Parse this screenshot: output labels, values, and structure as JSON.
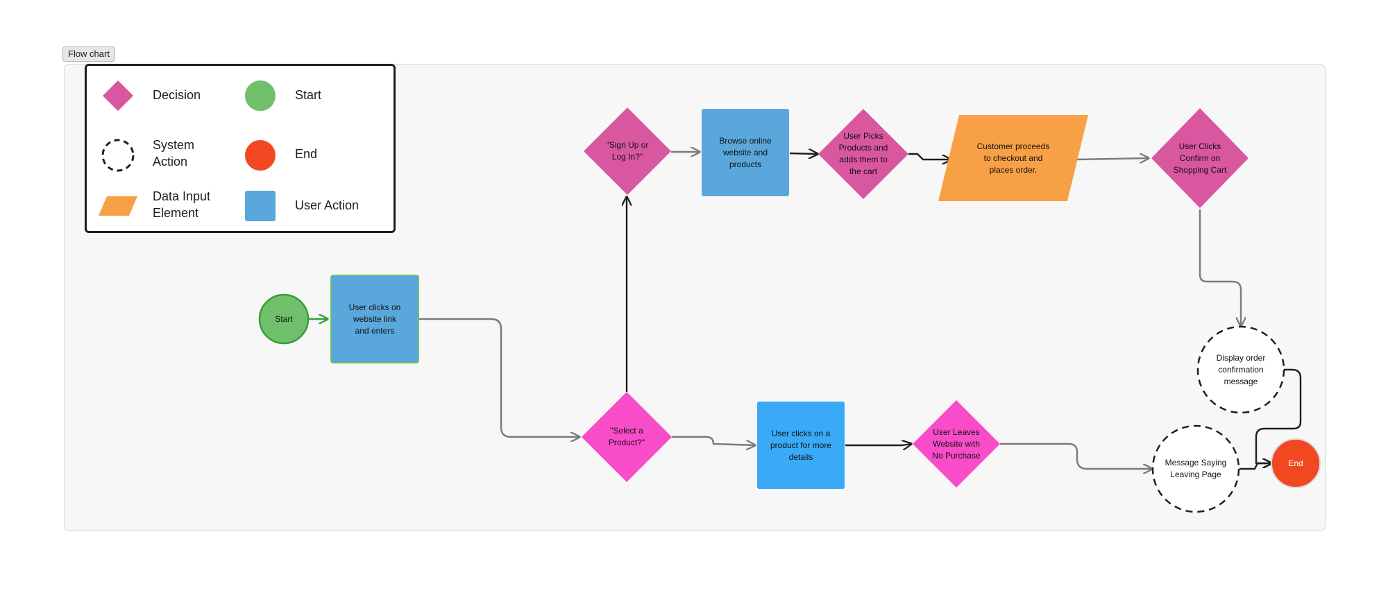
{
  "frame": {
    "label": "Flow chart"
  },
  "legend": {
    "items": [
      {
        "shape": "diamond",
        "label": "Decision",
        "color": "#d9579f"
      },
      {
        "shape": "circle",
        "label": "Start",
        "color": "#6fbf6b"
      },
      {
        "shape": "dashed-circle",
        "label": "System\nAction",
        "color": "#1e1e1e"
      },
      {
        "shape": "circle",
        "label": "End",
        "color": "#f24822"
      },
      {
        "shape": "parallelogram",
        "label": "Data Input\nElement",
        "color": "#f7a046"
      },
      {
        "shape": "rect",
        "label": "User Action",
        "color": "#5aa7db"
      }
    ]
  },
  "nodes": {
    "start": {
      "type": "start",
      "label": "Start",
      "color": "#6fbf6b"
    },
    "user_clicks_link": {
      "type": "user-action",
      "label": "User clicks on\nwebsite link\nand enters",
      "color": "#5aa7db"
    },
    "sign_up": {
      "type": "decision",
      "label": "\"Sign Up or\nLog In?\"",
      "color": "#d9579f"
    },
    "browse": {
      "type": "user-action",
      "label": "Browse online\nwebsite and\nproducts",
      "color": "#5aa7db"
    },
    "picks_products": {
      "type": "decision",
      "label": "User Picks\nProducts and\nadds them to\nthe cart",
      "color": "#d9579f"
    },
    "checkout": {
      "type": "data-input",
      "label": "Customer proceeds\nto checkout and\nplaces order.",
      "color": "#f7a046"
    },
    "confirm_cart": {
      "type": "decision",
      "label": "User Clicks\nConfirm on\nShopping Cart",
      "color": "#d9579f"
    },
    "select_product": {
      "type": "decision",
      "label": "\"Select a\nProduct?\"",
      "color": "#f84cc8"
    },
    "product_details": {
      "type": "user-action",
      "label": "User clicks on a\nproduct for more\ndetails",
      "color": "#3aaaf7"
    },
    "leaves": {
      "type": "decision",
      "label": "User Leaves\nWebsite with\nNo Purchase",
      "color": "#f84cc8"
    },
    "order_confirmation": {
      "type": "system-action",
      "label": "Display order\nconfirmation\nmessage"
    },
    "leaving_message": {
      "type": "system-action",
      "label": "Message Saying\nLeaving Page"
    },
    "end": {
      "type": "end",
      "label": "End",
      "color": "#f24822"
    }
  },
  "edges": [
    {
      "from": "start",
      "to": "user_clicks_link",
      "color": "#3a9b3a"
    },
    {
      "from": "user_clicks_link",
      "to": "select_product",
      "color": "#7a7a7a"
    },
    {
      "from": "select_product",
      "to": "sign_up",
      "color": "#1e1e1e"
    },
    {
      "from": "sign_up",
      "to": "browse",
      "color": "#7a7a7a"
    },
    {
      "from": "browse",
      "to": "picks_products",
      "color": "#1e1e1e"
    },
    {
      "from": "picks_products",
      "to": "checkout",
      "color": "#1e1e1e"
    },
    {
      "from": "checkout",
      "to": "confirm_cart",
      "color": "#7a7a7a"
    },
    {
      "from": "confirm_cart",
      "to": "order_confirmation",
      "color": "#7a7a7a"
    },
    {
      "from": "order_confirmation",
      "to": "end",
      "color": "#1e1e1e"
    },
    {
      "from": "select_product",
      "to": "product_details",
      "color": "#7a7a7a"
    },
    {
      "from": "product_details",
      "to": "leaves",
      "color": "#1e1e1e"
    },
    {
      "from": "leaves",
      "to": "leaving_message",
      "color": "#7a7a7a"
    },
    {
      "from": "leaving_message",
      "to": "end",
      "color": "#1e1e1e"
    }
  ]
}
